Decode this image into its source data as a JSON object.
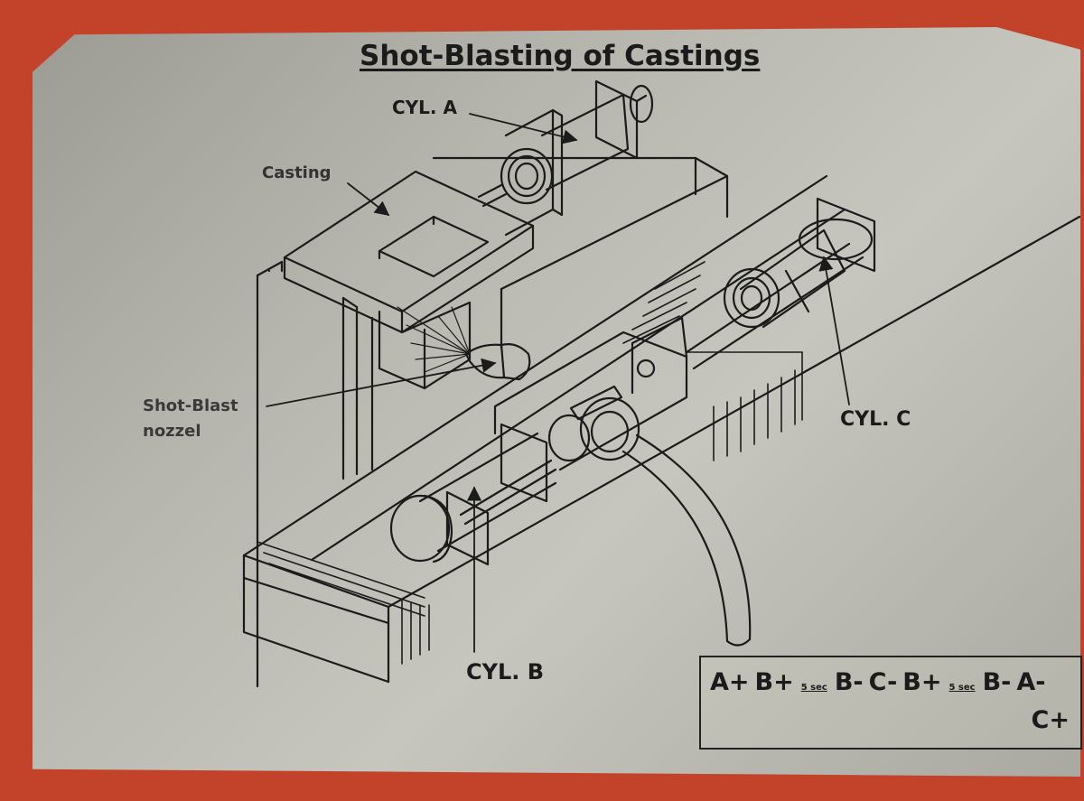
{
  "title": "Shot-Blasting of Castings",
  "labels": {
    "cyl_a": "CYL. A",
    "cyl_b": "CYL. B",
    "cyl_c": "CYL. C",
    "casting": "Casting",
    "nozzle_line1": "Shot-Blast",
    "nozzle_line2": "nozzel"
  },
  "sequence": {
    "steps": [
      "A+",
      "B+",
      "5 sec",
      "B-",
      "C-",
      "B+",
      "5 sec",
      "B-",
      "A-",
      "C+"
    ],
    "kinds": [
      "step",
      "step",
      "delay",
      "step",
      "step",
      "step",
      "delay",
      "step",
      "step",
      "step"
    ]
  },
  "colors": {
    "backing_paper": "#c2432a",
    "sheet": "#b8b8b0",
    "ink": "#1b1b1b"
  }
}
